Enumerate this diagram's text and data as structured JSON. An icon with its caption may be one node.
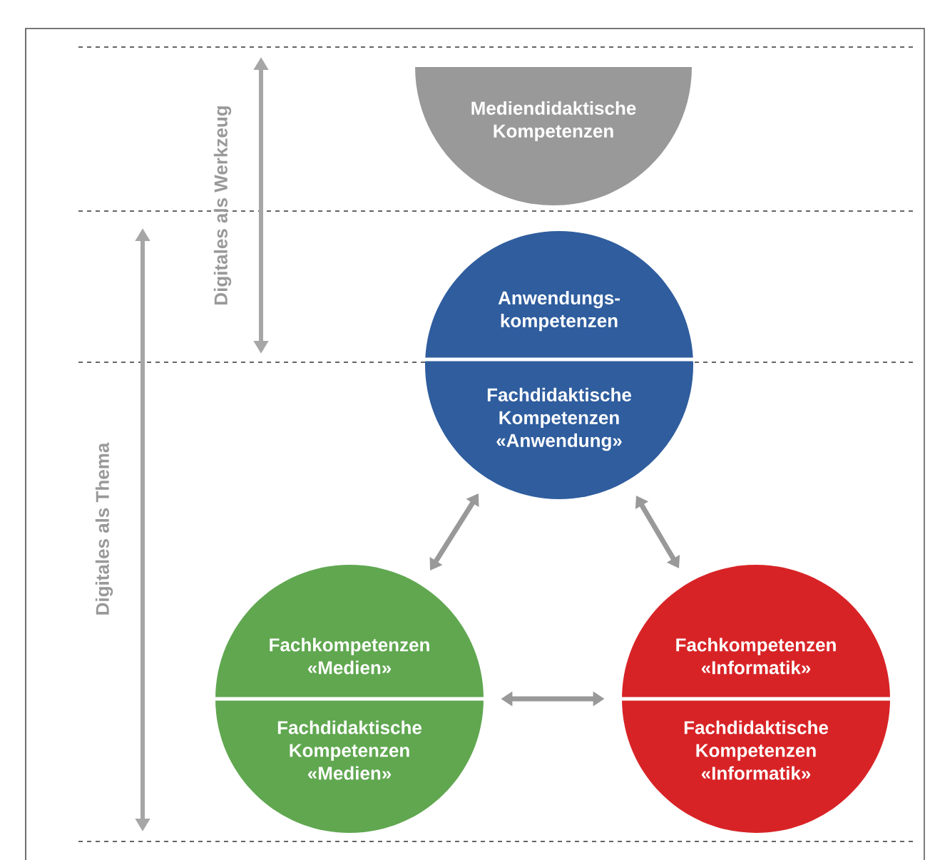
{
  "diagram": {
    "nodes": [
      {
        "text": [
          "Mediendidaktische Kompetenzen"
        ]
      },
      {
        "text": [
          "Anwendungs-kompetenzen",
          "Fachdidaktische Kompetenzen «Anwendung»"
        ]
      },
      {
        "text": [
          "Fachkompetenzen «Medien»",
          "Fachdidaktische Kompetenzen «Medien»"
        ]
      },
      {
        "text": [
          "Fachkompetenzen «Informatik»",
          "Fachdidaktische Kompetenzen «Informatik»"
        ]
      }
    ],
    "edges": [
      {
        "from": 1,
        "to": 2,
        "arrow": "both"
      },
      {
        "from": 1,
        "to": 3,
        "arrow": "both"
      },
      {
        "from": 2,
        "to": 3,
        "arrow": "both"
      }
    ],
    "labels": [
      "Digitales als Werkzeug",
      "Digitales als Thema"
    ]
  }
}
